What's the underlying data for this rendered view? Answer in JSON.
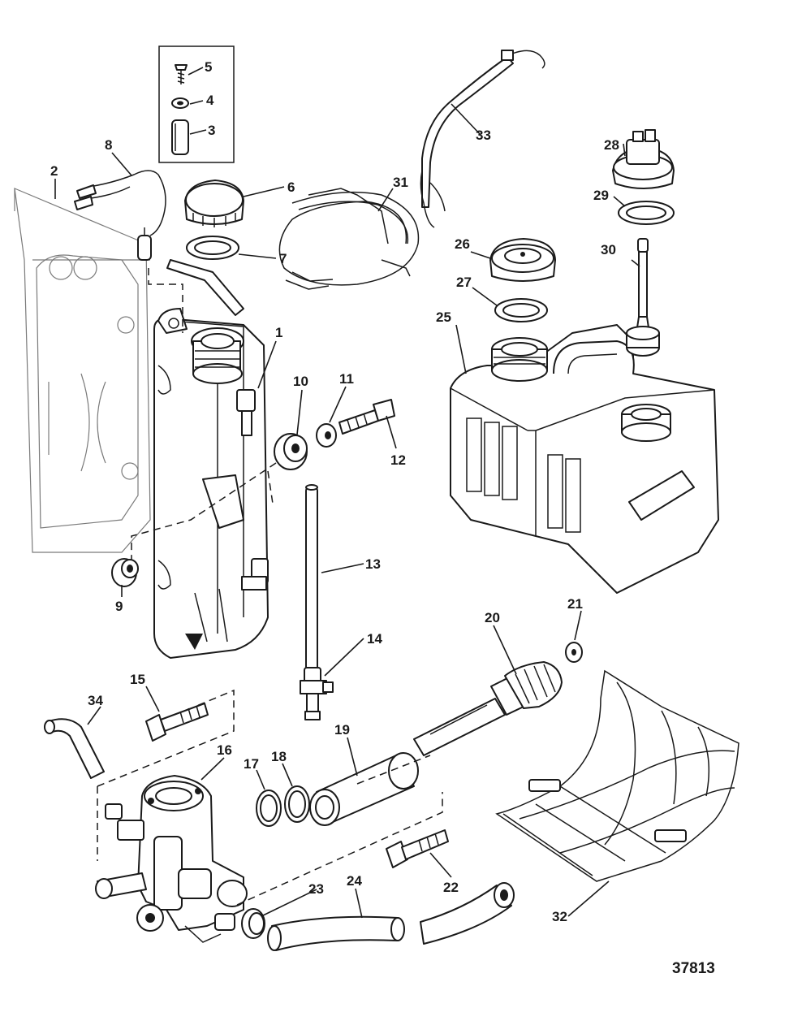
{
  "figure_number": "37813",
  "callouts": [
    {
      "id": "1",
      "label": "1"
    },
    {
      "id": "2",
      "label": "2"
    },
    {
      "id": "3",
      "label": "3"
    },
    {
      "id": "4",
      "label": "4"
    },
    {
      "id": "5",
      "label": "5"
    },
    {
      "id": "6",
      "label": "6"
    },
    {
      "id": "7",
      "label": "7"
    },
    {
      "id": "8",
      "label": "8"
    },
    {
      "id": "9",
      "label": "9"
    },
    {
      "id": "10",
      "label": "10"
    },
    {
      "id": "11",
      "label": "11"
    },
    {
      "id": "12",
      "label": "12"
    },
    {
      "id": "13",
      "label": "13"
    },
    {
      "id": "14",
      "label": "14"
    },
    {
      "id": "15",
      "label": "15"
    },
    {
      "id": "16",
      "label": "16"
    },
    {
      "id": "17",
      "label": "17"
    },
    {
      "id": "18",
      "label": "18"
    },
    {
      "id": "19",
      "label": "19"
    },
    {
      "id": "20",
      "label": "20"
    },
    {
      "id": "21",
      "label": "21"
    },
    {
      "id": "22",
      "label": "22"
    },
    {
      "id": "23",
      "label": "23"
    },
    {
      "id": "24",
      "label": "24"
    },
    {
      "id": "25",
      "label": "25"
    },
    {
      "id": "26",
      "label": "26"
    },
    {
      "id": "27",
      "label": "27"
    },
    {
      "id": "28",
      "label": "28"
    },
    {
      "id": "29",
      "label": "29"
    },
    {
      "id": "30",
      "label": "30"
    },
    {
      "id": "31",
      "label": "31"
    },
    {
      "id": "32",
      "label": "32"
    },
    {
      "id": "33",
      "label": "33"
    },
    {
      "id": "34",
      "label": "34"
    }
  ]
}
